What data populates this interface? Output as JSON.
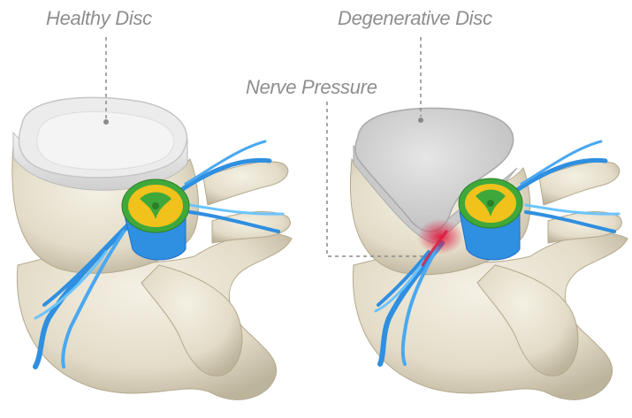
{
  "labels": {
    "healthy_disc": "Healthy Disc",
    "degenerative_disc": "Degenerative Disc",
    "nerve_pressure": "Nerve Pressure"
  },
  "colors": {
    "label_text": "#8e8e8e",
    "leader_line": "#8a8a8a",
    "bone": "#e8e3d3",
    "bone_shadow": "#c9c2ad",
    "healthy_disc_top": "#ececec",
    "degenerative_disc_top": "#d4d4d4",
    "nerve": "#2f8fe0",
    "nerve_light": "#6cc4ff",
    "spinal_cord_ring": "#3fa83a",
    "spinal_cord_inner": "#f1c21b",
    "pressure": "#e0183c"
  }
}
